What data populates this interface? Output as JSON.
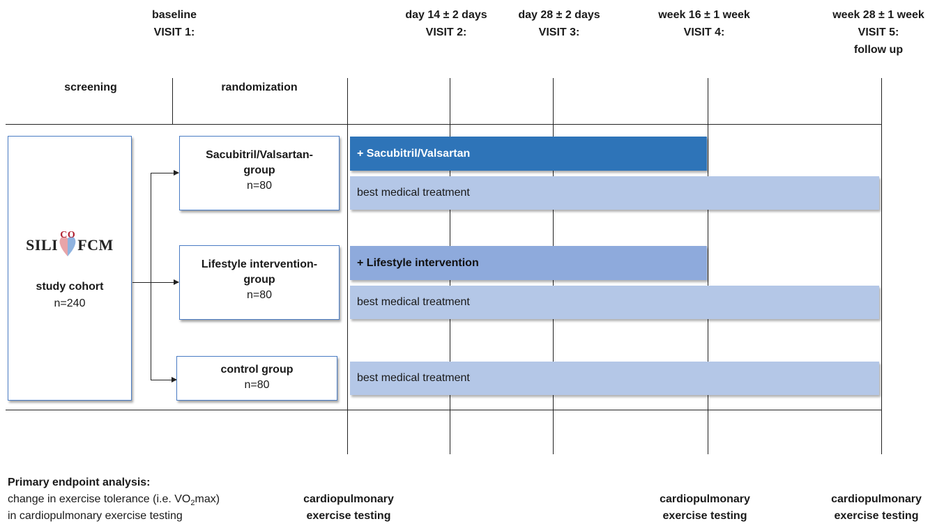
{
  "headers": [
    {
      "line1": "baseline",
      "line2": "VISIT 1:",
      "line3": ""
    },
    {
      "line1": "day 14 ± 2 days",
      "line2": "VISIT 2:",
      "line3": ""
    },
    {
      "line1": "day 28 ± 2 days",
      "line2": "VISIT 3:",
      "line3": ""
    },
    {
      "line1": "week 16 ± 1 week",
      "line2": "VISIT 4:",
      "line3": ""
    },
    {
      "line1": "week 28 ± 1 week",
      "line2": "VISIT 5:",
      "line3": "follow up"
    }
  ],
  "columns": {
    "screening": "screening",
    "randomization": "randomization"
  },
  "cohort": {
    "logo_left": "SILI",
    "logo_mid": "CO",
    "logo_right": "FCM",
    "title": "study cohort",
    "n": "n=240"
  },
  "groups": [
    {
      "title_line1": "Sacubitril/Valsartan-",
      "title_line2": "group",
      "n": "n=80"
    },
    {
      "title_line1": "Lifestyle intervention-",
      "title_line2": "group",
      "n": "n=80"
    },
    {
      "title_line1": "control group",
      "title_line2": "",
      "n": "n=80"
    }
  ],
  "bars": {
    "sacubitril": "+ Sacubitril/Valsartan",
    "lifestyle": "+ Lifestyle intervention",
    "bmt": "best medical treatment"
  },
  "colors": {
    "sacubitril": "#2e74b8",
    "lifestyle": "#8eaadc",
    "bmt": "#b4c7e7",
    "box_border": "#4a7cc4"
  },
  "endpoint": {
    "heading": "Primary endpoint analysis:",
    "line1_pre": "change in exercise tolerance (i.e. VO",
    "line1_sub": "2",
    "line1_post": "max)",
    "line2": "in cardiopulmonary exercise testing",
    "test_line1": "cardiopulmonary",
    "test_line2": "exercise testing"
  }
}
